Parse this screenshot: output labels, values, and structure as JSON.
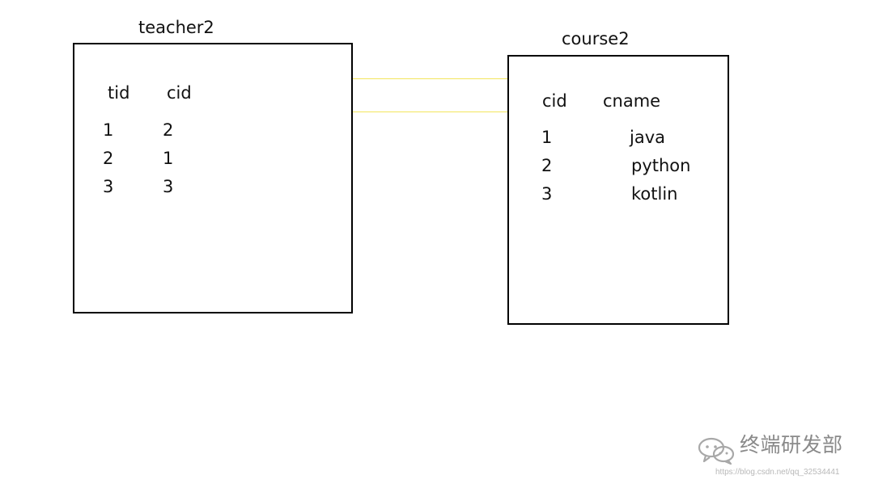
{
  "diagram": {
    "teacher_table": {
      "name": "teacher2",
      "headers": [
        "tid",
        "cid"
      ],
      "rows": [
        [
          "1",
          "2"
        ],
        [
          "2",
          "1"
        ],
        [
          "3",
          "3"
        ]
      ]
    },
    "course_table": {
      "name": "course2",
      "headers": [
        "cid",
        "cname"
      ],
      "rows": [
        [
          "1",
          "java"
        ],
        [
          "2",
          "python"
        ],
        [
          "3",
          "kotlin"
        ]
      ]
    },
    "relation": {
      "from": "teacher2.cid",
      "to": "course2.cid",
      "highlight_color": "#f3e55d"
    }
  },
  "watermark": {
    "name": "终端研发部",
    "url": "https://blog.csdn.net/qq_32534441"
  }
}
